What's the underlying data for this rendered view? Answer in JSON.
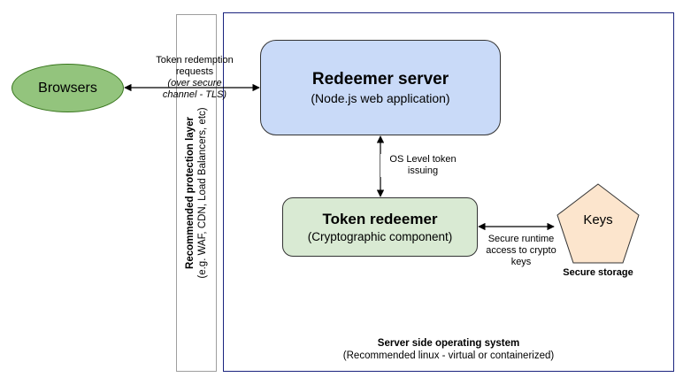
{
  "nodes": {
    "browsers": {
      "label": "Browsers"
    },
    "redeemer_server": {
      "title": "Redeemer server",
      "subtitle": "(Node.js web application)"
    },
    "token_redeemer": {
      "title": "Token redeemer",
      "subtitle": "(Cryptographic component)"
    },
    "keys": {
      "label": "Keys",
      "caption": "Secure storage"
    }
  },
  "containers": {
    "protection_layer": {
      "title": "Recommended protection layer",
      "subtitle": "(e.g. WAF, CDN, Load Balancers, etc)"
    },
    "server_os": {
      "title": "Server side operating system",
      "subtitle": "(Recommended linux - virtual or containerized)"
    }
  },
  "edges": {
    "redemption": {
      "text": "Token redemption requests",
      "note": "(over secure channel - TLS)"
    },
    "os_issuing": {
      "text": "OS Level token issuing"
    },
    "secure_runtime": {
      "text": "Secure runtime access to crypto keys"
    }
  },
  "colors": {
    "browsers_fill": "#93c47d",
    "redeemer_fill": "#c9daf8",
    "token_fill": "#d9ead3",
    "keys_fill": "#fce5cd",
    "os_border": "#1a237e"
  }
}
